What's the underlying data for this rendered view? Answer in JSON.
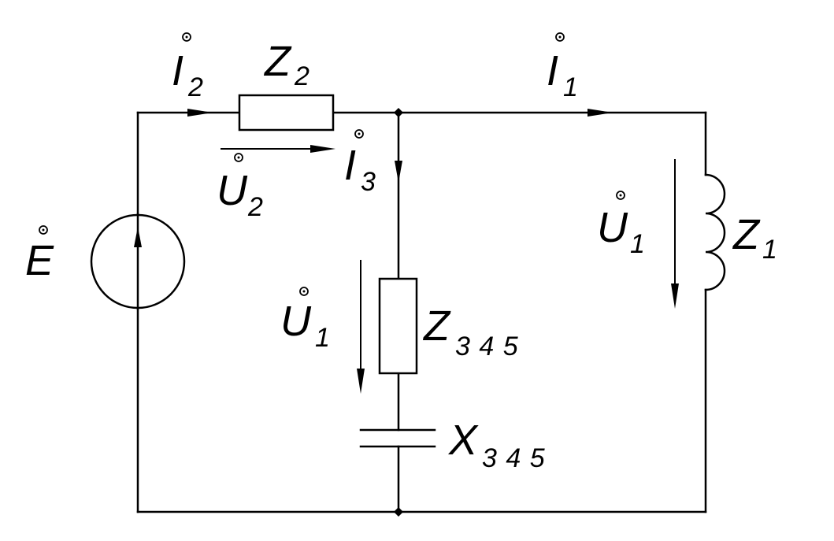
{
  "circuit": {
    "source": {
      "symbol": "E"
    },
    "components": {
      "z2": {
        "symbol": "Z",
        "sub": "2"
      },
      "z1": {
        "symbol": "Z",
        "sub": "1"
      },
      "z345": {
        "symbol": "Z",
        "sub": "3 4 5"
      },
      "x345": {
        "symbol": "X",
        "sub": "3 4 5"
      }
    },
    "currents": {
      "i2": {
        "symbol": "I",
        "sub": "2"
      },
      "i1": {
        "symbol": "I",
        "sub": "1"
      },
      "i3": {
        "symbol": "I",
        "sub": "3"
      }
    },
    "voltages": {
      "u2": {
        "symbol": "U",
        "sub": "2"
      },
      "u1_right": {
        "symbol": "U",
        "sub": "1"
      },
      "u1_middle": {
        "symbol": "U",
        "sub": "1"
      }
    },
    "phasor_marker": "dotted-circle-above-symbol",
    "colors": {
      "line": "#000000",
      "background": "#ffffff"
    }
  }
}
